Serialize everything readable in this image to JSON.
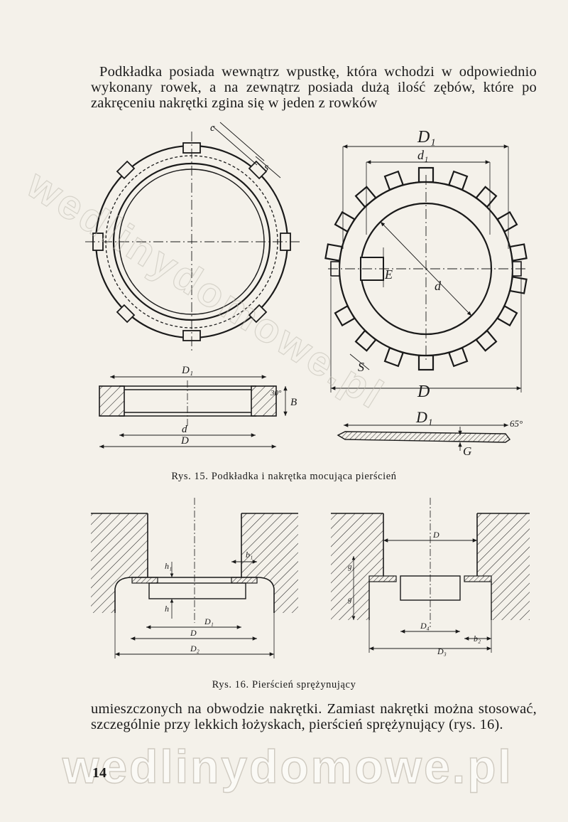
{
  "paragraph_top": "Podkładka posiada wewnątrz wpustkę, która wchodzi w odpowiednio wykonany rowek, a na zewnątrz posiada dużą ilość zębów, które po zakręceniu nakrętki zgina się w jeden z rowków",
  "paragraph_bottom": "umieszczonych na obwodzie nakrętki. Zamiast nakrętki można stosować, szczególnie przy lekkich łożyskach, pierścień sprężynujący (rys. 16).",
  "caption_fig15": "Rys. 15. Podkładka i nakrętka mocująca pierścień",
  "caption_fig16": "Rys. 16. Pierścień sprężynujący",
  "page_number": "14",
  "watermark": "wedlinydomowe.pl",
  "fig15_labels": {
    "nut_c": "c",
    "nut_s": "s",
    "nut_D1": "D₁",
    "nut_d": "d",
    "nut_D": "D",
    "nut_B": "B",
    "nut_angle": "30°",
    "washer_D1": "D₁",
    "washer_d1": "d₁",
    "washer_E": "E",
    "washer_d": "d",
    "washer_S": "S",
    "washer_D": "D",
    "side_D1": "D₁",
    "side_angle": "65°",
    "side_G": "G"
  },
  "fig16_labels": {
    "left_h1": "h₁",
    "left_b1": "b₁",
    "left_h": "h",
    "left_D1": "D₁",
    "left_D": "D",
    "left_D2": "D₂",
    "right_D": "D",
    "right_g1": "g₁",
    "right_g": "g",
    "right_D4": "D₄",
    "right_b2": "b₂",
    "right_D3": "D₃"
  }
}
